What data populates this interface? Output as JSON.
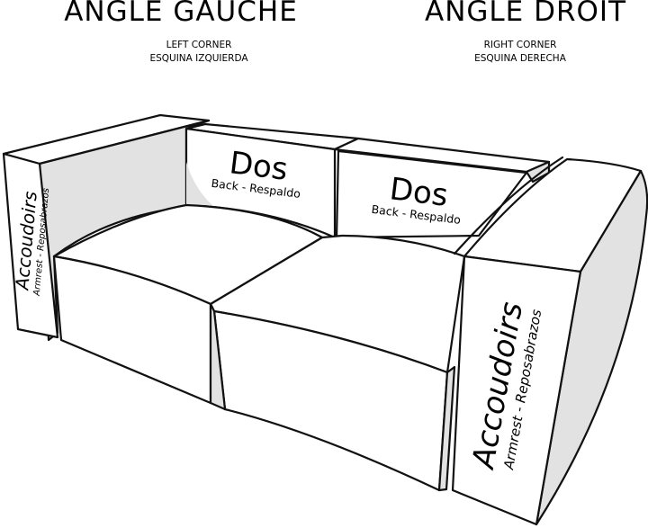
{
  "headings": {
    "left": {
      "title": "ANGLE GAUCHE",
      "subtitle_en": "LEFT CORNER",
      "subtitle_es": "ESQUINA IZQUIERDA"
    },
    "right": {
      "title": "ANGLE DROIT",
      "subtitle_en": "RIGHT CORNER",
      "subtitle_es": "ESQUINA DERECHA"
    }
  },
  "diagram": {
    "subject": "modular two-seat sofa line drawing",
    "colors": {
      "outline": "#111111",
      "fill": "#ffffff",
      "shade": "#e2e2e2"
    },
    "labels": {
      "back_left": {
        "main": "Dos",
        "sub": "Back - Respaldo"
      },
      "back_right": {
        "main": "Dos",
        "sub": "Back - Respaldo"
      },
      "armrest_left": {
        "main": "Accoudoirs",
        "sub": "Armrest - Reposabrazos"
      },
      "armrest_right": {
        "main": "Accoudoirs",
        "sub": "Armrest - Reposabrazos"
      }
    }
  }
}
